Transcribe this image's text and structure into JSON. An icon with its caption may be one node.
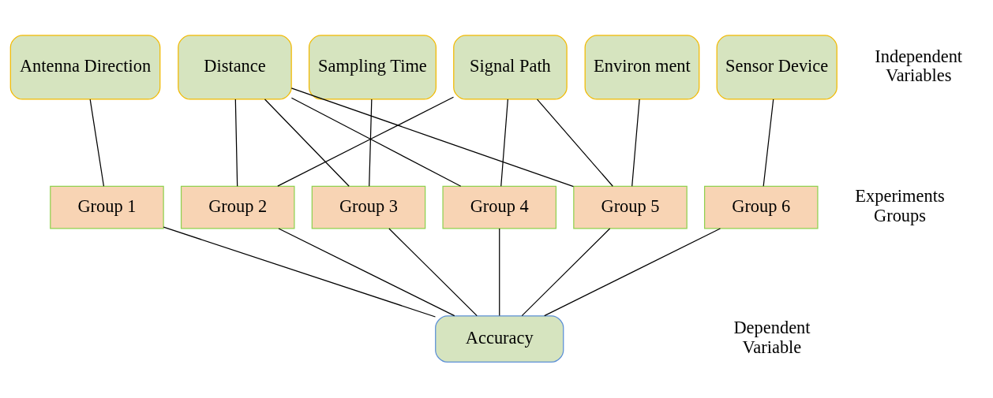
{
  "diagram": {
    "nodes": [
      {
        "text": [
          "Antenna Direction"
        ]
      },
      {
        "text": [
          "Distance"
        ]
      },
      {
        "text": [
          "Sampling Time"
        ]
      },
      {
        "text": [
          "Signal Path"
        ]
      },
      {
        "text": [
          "Environ ment"
        ]
      },
      {
        "text": [
          "Sensor Device"
        ]
      },
      {
        "text": [
          "Group 1"
        ]
      },
      {
        "text": [
          "Group 2"
        ]
      },
      {
        "text": [
          "Group 3"
        ]
      },
      {
        "text": [
          "Group 4"
        ]
      },
      {
        "text": [
          "Group 5"
        ]
      },
      {
        "text": [
          "Group 6"
        ]
      },
      {
        "text": [
          "Accuracy"
        ]
      }
    ],
    "edges": [
      {
        "from": 0,
        "to": 6,
        "arrow": "none"
      },
      {
        "from": 1,
        "to": 7,
        "arrow": "none"
      },
      {
        "from": 1,
        "to": 8,
        "arrow": "none"
      },
      {
        "from": 1,
        "to": 9,
        "arrow": "none"
      },
      {
        "from": 1,
        "to": 10,
        "arrow": "none"
      },
      {
        "from": 2,
        "to": 8,
        "arrow": "none"
      },
      {
        "from": 3,
        "to": 7,
        "arrow": "none"
      },
      {
        "from": 3,
        "to": 9,
        "arrow": "none"
      },
      {
        "from": 3,
        "to": 10,
        "arrow": "none"
      },
      {
        "from": 4,
        "to": 10,
        "arrow": "none"
      },
      {
        "from": 5,
        "to": 11,
        "arrow": "none"
      },
      {
        "from": 6,
        "to": 12,
        "arrow": "none"
      },
      {
        "from": 7,
        "to": 12,
        "arrow": "none"
      },
      {
        "from": 8,
        "to": 12,
        "arrow": "none"
      },
      {
        "from": 9,
        "to": 12,
        "arrow": "none"
      },
      {
        "from": 10,
        "to": 12,
        "arrow": "none"
      },
      {
        "from": 11,
        "to": 12,
        "arrow": "none"
      }
    ],
    "labels": [
      "Independent Variables",
      "Experiments Groups",
      "Dependent Variable"
    ]
  }
}
